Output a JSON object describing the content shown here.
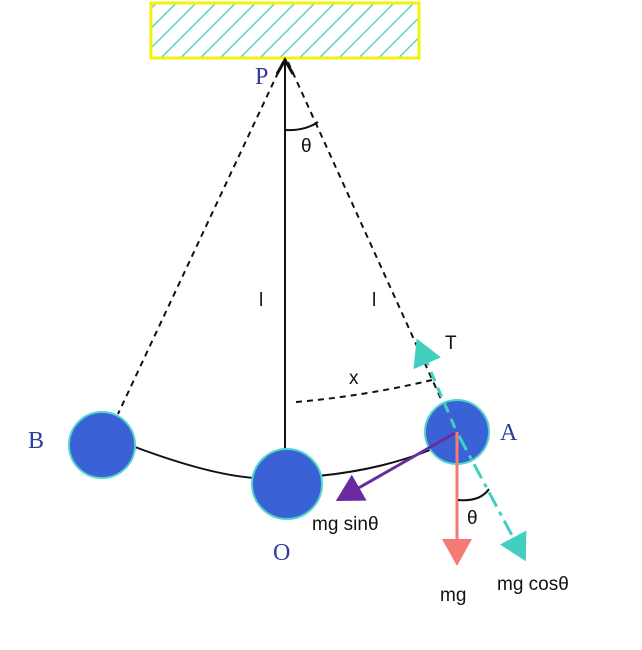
{
  "colors": {
    "support_border": "#f2f20a",
    "hatch": "#5fd3c6",
    "bob": "#3a62d6",
    "bob_outline": "#4fd6c9",
    "tension": "#42cfc0",
    "gravity": "#f47a76",
    "tangential": "#6a2aa0",
    "point_label": "#2f3c9a"
  },
  "labels": {
    "pivot": "P",
    "left_extreme": "B",
    "mean": "O",
    "right_extreme": "A",
    "angle_top": "θ",
    "angle_bottom": "θ",
    "length_left": "l",
    "length_right": "l",
    "displacement": "x",
    "tension": "T",
    "weight": "mg",
    "tangential_component": "mg sinθ",
    "radial_component": "mg cosθ"
  }
}
